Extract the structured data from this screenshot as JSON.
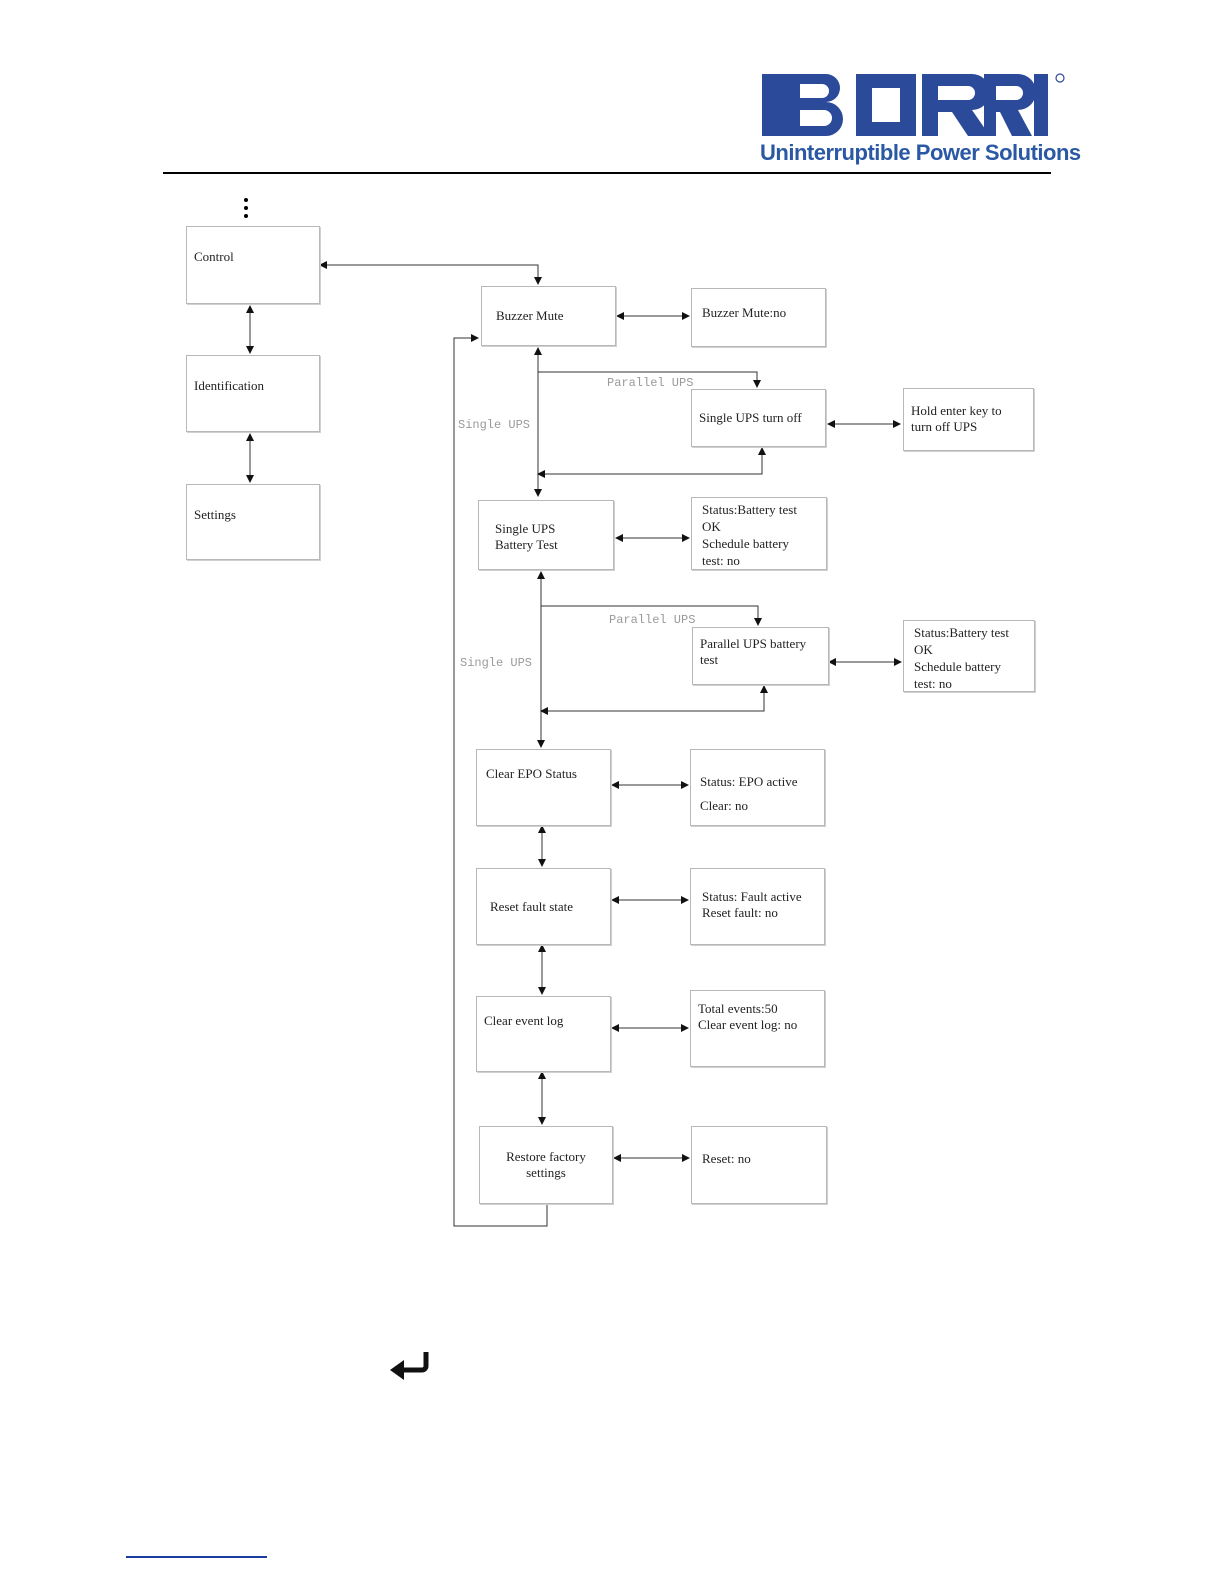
{
  "header": {
    "logo_word": "BORRI",
    "tagline": "Uninterruptible Power Solutions",
    "brand_color": "#2c4a9a"
  },
  "menu": {
    "control": "Control",
    "identification": "Identification",
    "settings": "Settings"
  },
  "control_items": {
    "buzzer_mute": "Buzzer  Mute",
    "buzzer_mute_value": "Buzzer  Mute:no",
    "single_turn_off": "Single UPS turn off",
    "single_turn_off_hint": [
      "Hold enter key to",
      "turn off UPS"
    ],
    "single_battery_test": [
      "Single UPS",
      "Battery Test"
    ],
    "single_battery_status": [
      "Status:Battery test",
      "OK",
      "Schedule battery",
      "test: no"
    ],
    "parallel_battery_test": [
      "Parallel UPS battery",
      "test"
    ],
    "parallel_battery_status": [
      "Status:Battery test",
      "OK",
      "Schedule battery",
      "test: no"
    ],
    "clear_epo": "Clear EPO Status",
    "clear_epo_value": [
      "Status: EPO active",
      "Clear: no"
    ],
    "reset_fault": "Reset fault state",
    "reset_fault_value": [
      "Status: Fault active",
      "Reset fault: no"
    ],
    "clear_event_log": "Clear event log",
    "clear_event_log_value": [
      "Total events:50",
      "Clear event log: no"
    ],
    "restore_factory": [
      "Restore factory",
      "settings"
    ],
    "restore_factory_value": "Reset: no"
  },
  "branch_labels": {
    "parallel_1": "Parallel UPS",
    "single_1": "Single UPS",
    "parallel_2": "Parallel UPS",
    "single_2": "Single UPS"
  },
  "icons": {
    "enter": "enter-key-icon"
  }
}
